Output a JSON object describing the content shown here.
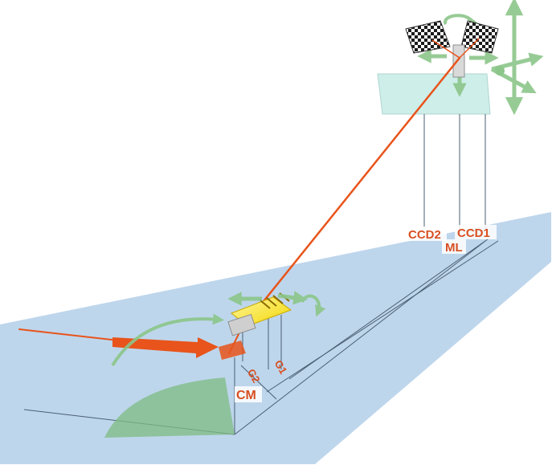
{
  "labels": {
    "ccd2": "CCD2",
    "ccd1": "CCD1",
    "ml": "ML",
    "g2": "G2",
    "g1": "G1",
    "cm": "CM"
  },
  "colors": {
    "floor_plane": "#b9d3ea",
    "upper_stage": "#c6ece6",
    "beam": "#e8541b",
    "motion_arrows": "#8cc68a",
    "label_text": "#d94f22"
  },
  "icons": {
    "detectors": "checkerboard-ccd-icon",
    "motions": "translation-rotation-arrow-icon",
    "grating": "grating-icon"
  }
}
